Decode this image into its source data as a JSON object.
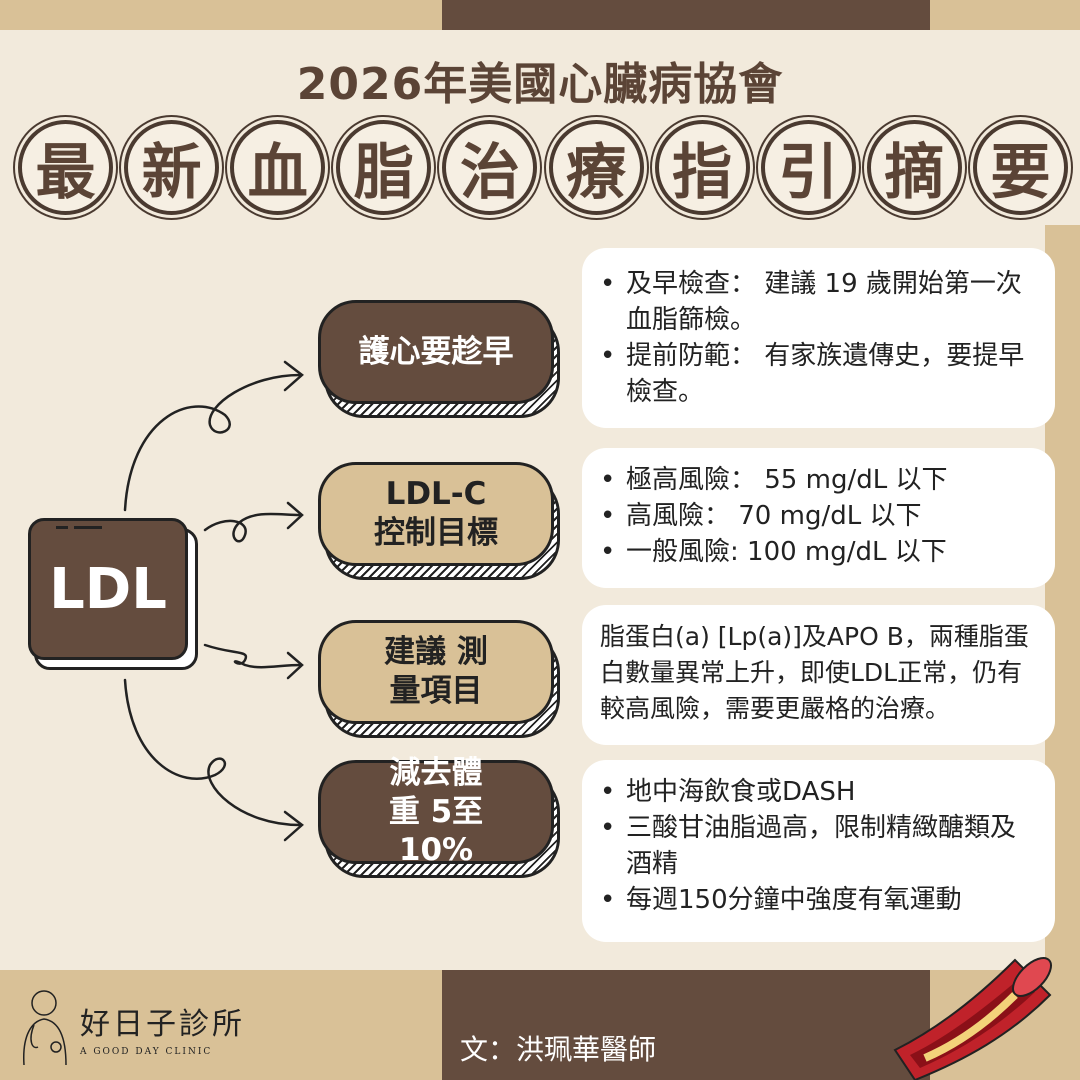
{
  "header": {
    "subtitle": "2026年美國心臟病協會",
    "title_chars": [
      "最",
      "新",
      "血",
      "脂",
      "治",
      "療",
      "指",
      "引",
      "摘",
      "要"
    ]
  },
  "center": {
    "label": "LDL"
  },
  "topics": [
    {
      "label": "護心要趁早",
      "items": [
        "及早檢查： 建議 19 歲開始第一次血脂篩檢。",
        "提前防範： 有家族遺傳史，要提早檢查。"
      ]
    },
    {
      "label": "LDL-C 控制目標",
      "items": [
        "極高風險： 55 mg/dL 以下",
        "高風險： 70 mg/dL 以下",
        "一般風險: 100 mg/dL 以下"
      ]
    },
    {
      "label": "建議 測量項目",
      "text": "脂蛋白(a) [Lp(a)]及APO B，兩種脂蛋白數量異常上升，即使LDL正常，仍有較高風險，需要更嚴格的治療。"
    },
    {
      "label": "減去體重 5至10%",
      "items": [
        "地中海飲食或DASH",
        "三酸甘油脂過高，限制精緻醣類及酒精",
        "每週150分鐘中強度有氧運動"
      ]
    }
  ],
  "footer": {
    "clinic_name": "好日子診所",
    "clinic_en": "A GOOD DAY CLINIC",
    "author": "文：洪珮華醫師"
  },
  "colors": {
    "brown": "#644c3e",
    "tan": "#d9c197",
    "cream": "#f2eadc"
  }
}
